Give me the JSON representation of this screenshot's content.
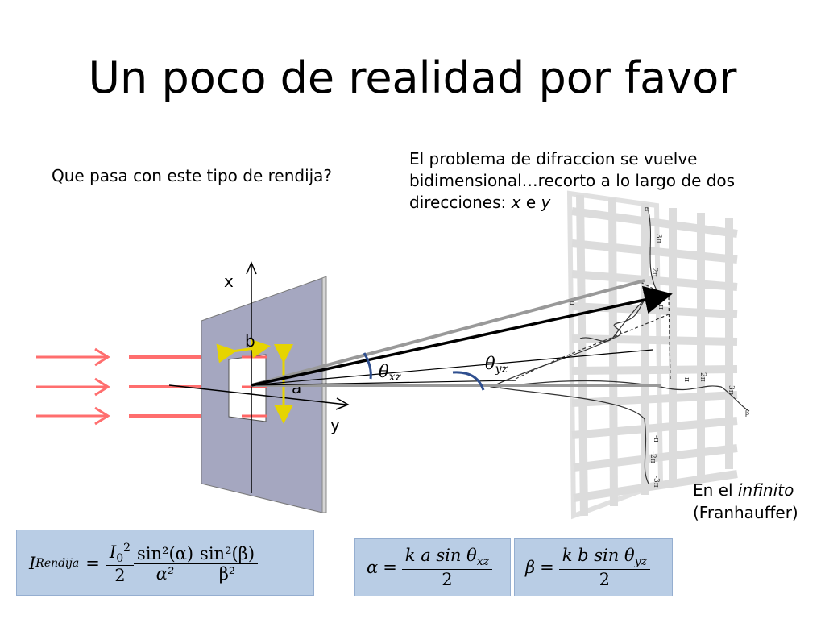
{
  "slide": {
    "title": "Un poco de realidad por favor",
    "question": "Que pasa con este tipo de rendija?",
    "description_part1": "El problema de difraccion se vuelve bidimensional…recorto a lo largo de dos direcciones: ",
    "description_x": "x",
    "description_and": " e ",
    "description_y": "y",
    "infinity_prefix": "En el ",
    "infinity_word": "infinito",
    "infinity_note": "(Franhauffer)"
  },
  "diagram": {
    "axis_x": "x",
    "axis_y": "y",
    "label_b": "b",
    "label_a": "a",
    "theta_xz": "θ",
    "theta_xz_sub": "xz",
    "theta_yz": "θ",
    "theta_yz_sub": "yz",
    "screen_ticks_vertical": [
      "α",
      "3π",
      "2π",
      "π",
      "-π",
      "-2π",
      "-3π"
    ],
    "screen_ticks_horizontal": [
      "-π",
      "π",
      "2π",
      "3π",
      "β"
    ],
    "colors": {
      "plate": "#a5a7c0",
      "arrows": "#ff4040",
      "slit_arrows": "#f2e200",
      "angle_arc": "#2f4f8f",
      "formula_box": "#b9cde5"
    }
  },
  "formulas": {
    "intensity": {
      "lhs_I": "I",
      "lhs_sub": "Rendija",
      "eq": "=",
      "num1_I": "I",
      "num1_sub": "0",
      "num1_sup": "2",
      "den1": "2",
      "num2": "sin²(α)",
      "den2": "α²",
      "num3": "sin²(β)",
      "den3": "β²"
    },
    "alpha": {
      "lhs": "α",
      "eq": "=",
      "num": "k a sin θ",
      "num_sub": "xz",
      "den": "2"
    },
    "beta": {
      "lhs": "β",
      "eq": "=",
      "num": "k b sin θ",
      "num_sub": "yz",
      "den": "2"
    }
  }
}
